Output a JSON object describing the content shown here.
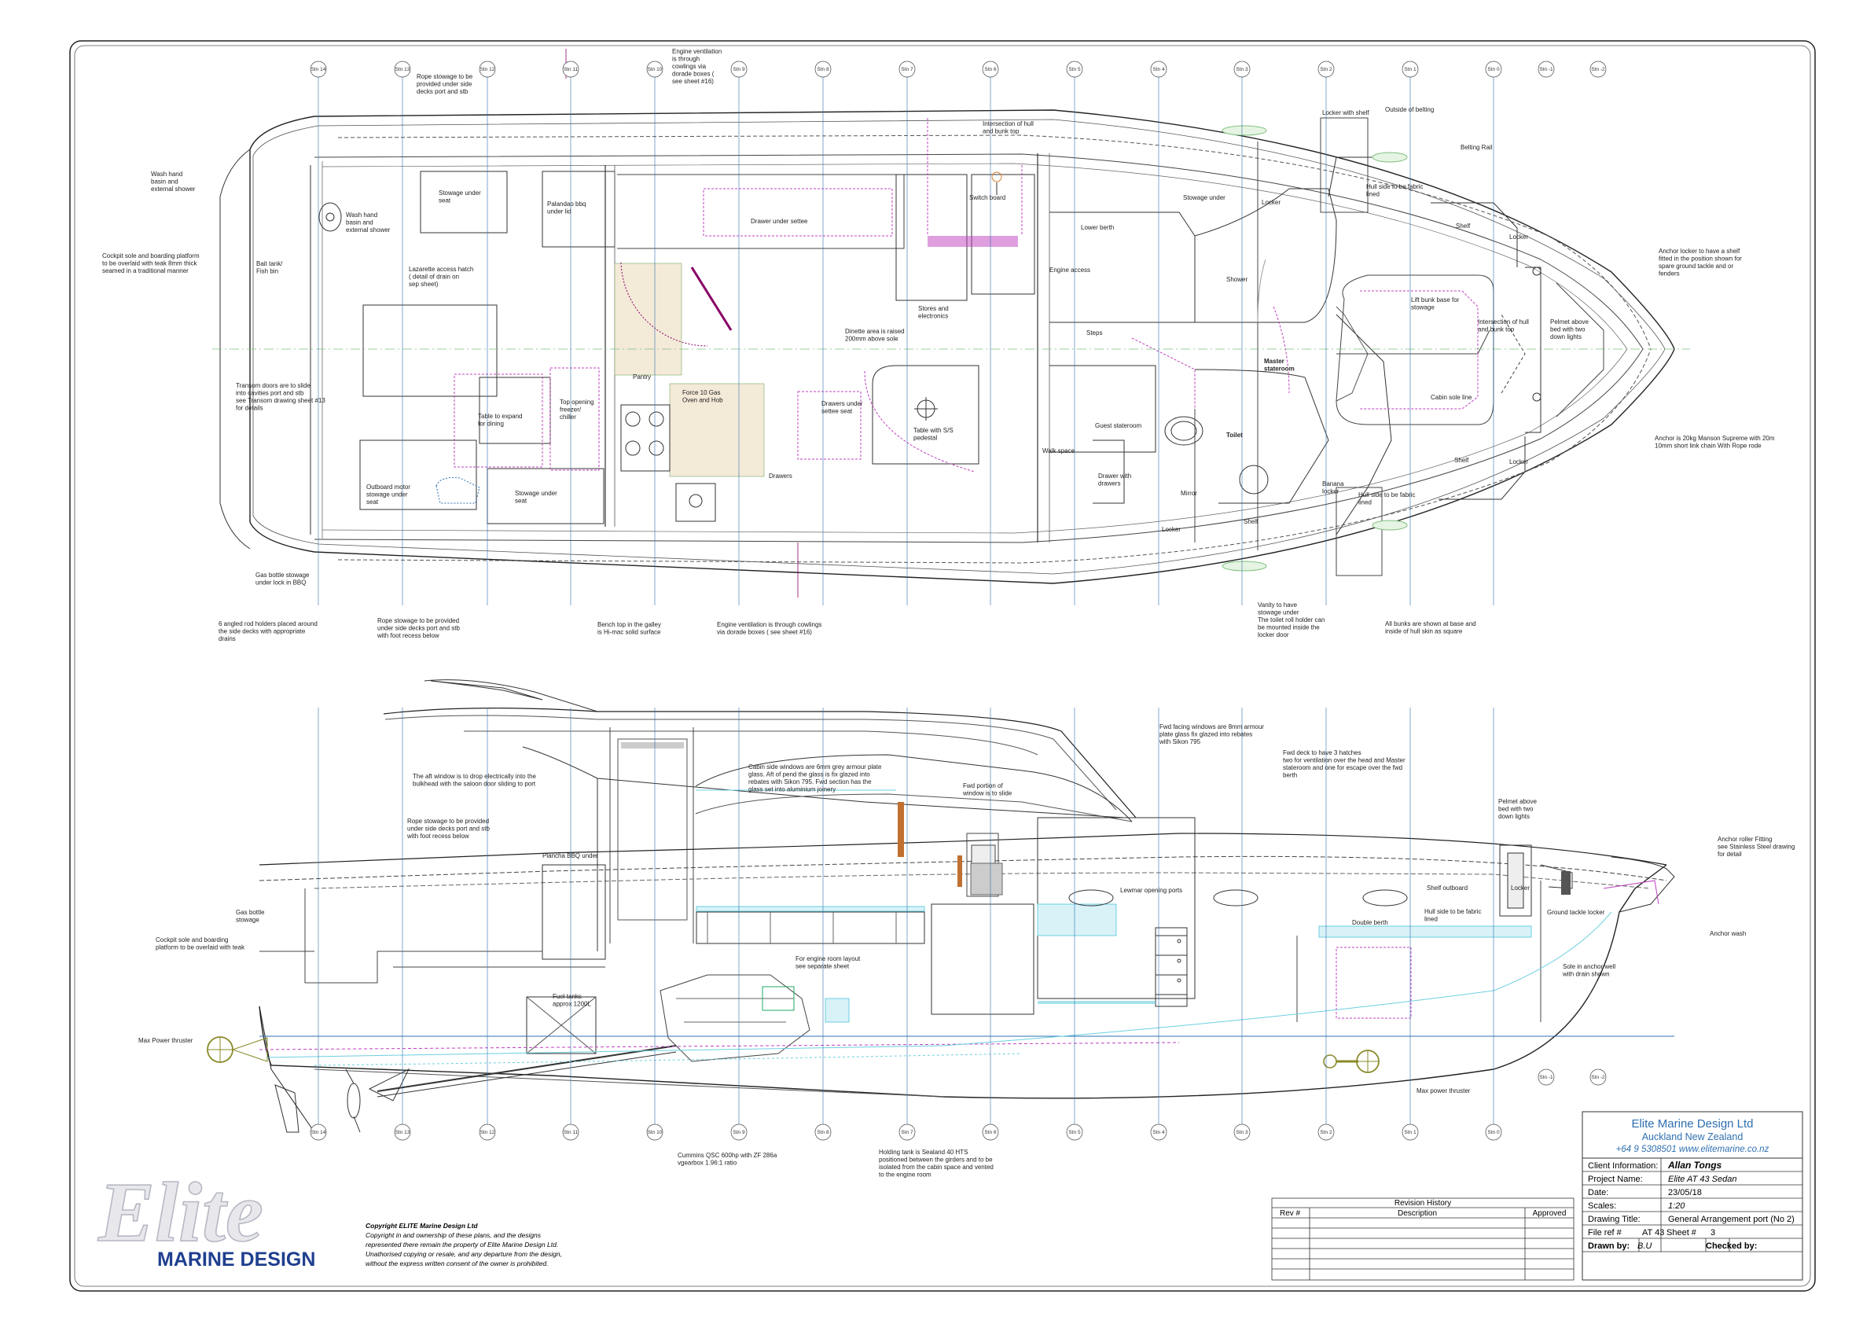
{
  "plan_notes": [
    {
      "id": "rope-stowage-top",
      "lines": [
        "Rope stowage to be",
        "provided under side",
        "decks port and stb"
      ]
    },
    {
      "id": "engine-vent-top",
      "lines": [
        "Engine ventilation",
        "is through",
        "cowlings via",
        "dorade boxes (",
        "see sheet #16)"
      ]
    },
    {
      "id": "wash-basin-left",
      "lines": [
        "Wash hand",
        "basin and",
        "external shower"
      ]
    },
    {
      "id": "cockpit-sole",
      "lines": [
        "Cockpit sole and boarding platform",
        "to be overlaid with teak 8mm thick",
        "seamed in a traditional manner"
      ]
    },
    {
      "id": "bait-tank",
      "lines": [
        "Bait tank/",
        "Fish bin"
      ]
    },
    {
      "id": "wash-basin-inner",
      "lines": [
        "Wash hand",
        "basin and",
        "external shower"
      ]
    },
    {
      "id": "stowage-under-seat-top",
      "lines": [
        "Stowage under",
        "seat"
      ]
    },
    {
      "id": "palandao",
      "lines": [
        "Palandao bbq",
        "under lid"
      ]
    },
    {
      "id": "drawer-settee",
      "lines": [
        "Drawer under settee"
      ]
    },
    {
      "id": "switch-board",
      "lines": [
        "Switch board"
      ]
    },
    {
      "id": "intersection-top",
      "lines": [
        "Intersection of hull",
        "and bunk top"
      ]
    },
    {
      "id": "locker-shelf",
      "lines": [
        "Locker with shelf"
      ]
    },
    {
      "id": "outside-belting",
      "lines": [
        "Outside of belting"
      ]
    },
    {
      "id": "belting-rail",
      "lines": [
        "Belting Rail"
      ]
    },
    {
      "id": "lazarette",
      "lines": [
        "Lazarette access hatch",
        "( detail of drain on",
        "sep sheet)"
      ]
    },
    {
      "id": "stores-electronics",
      "lines": [
        "Stores and",
        "electronics"
      ]
    },
    {
      "id": "lower-berth",
      "lines": [
        "Lower berth"
      ]
    },
    {
      "id": "stowage-under",
      "lines": [
        "Stowage under"
      ]
    },
    {
      "id": "locker-a",
      "lines": [
        "Locker"
      ]
    },
    {
      "id": "hull-side-fabric-top",
      "lines": [
        "Hull side to be fabric",
        "lined"
      ]
    },
    {
      "id": "shelf-top",
      "lines": [
        "Shelf"
      ]
    },
    {
      "id": "locker-b",
      "lines": [
        "Locker"
      ]
    },
    {
      "id": "anchor-locker",
      "lines": [
        "Anchor locker to have a shelf",
        "fitted in the position shown for",
        "spare ground tackle and or",
        "fenders"
      ]
    },
    {
      "id": "engine-access",
      "lines": [
        "Engine access"
      ]
    },
    {
      "id": "shower",
      "lines": [
        "Shower"
      ]
    },
    {
      "id": "lift-bunk",
      "lines": [
        "Lift bunk base for",
        "stowage"
      ]
    },
    {
      "id": "intersection-mid",
      "lines": [
        "Intersection of hull",
        "and bunk top"
      ]
    },
    {
      "id": "pelmet-top",
      "lines": [
        "Pelmet above",
        "bed with two",
        "down lights"
      ]
    },
    {
      "id": "dinette",
      "lines": [
        "Dinette area is raised",
        "200mm above sole"
      ]
    },
    {
      "id": "steps",
      "lines": [
        "Steps"
      ]
    },
    {
      "id": "pantry",
      "lines": [
        "Pantry"
      ]
    },
    {
      "id": "transom-doors",
      "lines": [
        "Transom doors are to slide",
        "into cavities port and stb",
        "see Transom drawing sheet #13",
        "for details"
      ]
    },
    {
      "id": "table-expand",
      "lines": [
        "Table to expand",
        "for dining"
      ]
    },
    {
      "id": "top-opening-freezer",
      "lines": [
        "Top opening",
        "freezer/",
        "chiller"
      ]
    },
    {
      "id": "force10",
      "lines": [
        "Force 10 Gas",
        "Oven and Hob"
      ]
    },
    {
      "id": "drawers-under",
      "lines": [
        "Drawers under",
        "settee seat"
      ]
    },
    {
      "id": "table-pedestal",
      "lines": [
        "Table with S/S",
        "pedestal"
      ]
    },
    {
      "id": "master-stateroom",
      "lines": [
        "Master",
        "stateroom"
      ]
    },
    {
      "id": "cabin-sole-line",
      "lines": [
        "Cabin sole line"
      ]
    },
    {
      "id": "guest-stateroom",
      "lines": [
        "Guest stateroom"
      ]
    },
    {
      "id": "toilet",
      "lines": [
        "Toilet"
      ]
    },
    {
      "id": "anchor-20kg",
      "lines": [
        "Anchor is 20kg Manson Supreme with 20m",
        "10mm short link chain With Rope rode"
      ]
    },
    {
      "id": "shelf-mid",
      "lines": [
        "Shelf"
      ]
    },
    {
      "id": "locker-c",
      "lines": [
        "Locker"
      ]
    },
    {
      "id": "walk-space",
      "lines": [
        "Walk space"
      ]
    },
    {
      "id": "drawer-drawers",
      "lines": [
        "Drawer with",
        "drawers"
      ]
    },
    {
      "id": "outboard-motor",
      "lines": [
        "Outboard motor",
        "stowage under",
        "seat"
      ]
    },
    {
      "id": "stowage-under-seat-bot",
      "lines": [
        "Stowage under",
        "seat"
      ]
    },
    {
      "id": "drawers",
      "lines": [
        "Drawers"
      ]
    },
    {
      "id": "mirror",
      "lines": [
        "Mirror"
      ]
    },
    {
      "id": "banana-locker",
      "lines": [
        "Banana",
        "locker"
      ]
    },
    {
      "id": "hull-side-fabric-mid",
      "lines": [
        "Hull side to be fabric",
        "lined"
      ]
    },
    {
      "id": "locker-d",
      "lines": [
        "Locker"
      ]
    },
    {
      "id": "shelf-low",
      "lines": [
        "Shelf"
      ]
    },
    {
      "id": "gas-bottle-top",
      "lines": [
        "Gas bottle stowage",
        "under lock in BBQ"
      ]
    },
    {
      "id": "rod-holders",
      "lines": [
        "6 angled rod holders placed around",
        "the side decks with appropriate",
        "drains"
      ]
    },
    {
      "id": "rope-stowage-bot",
      "lines": [
        "Rope stowage to be provided",
        "under side decks port and stb",
        "with foot recess below"
      ]
    },
    {
      "id": "bench-top",
      "lines": [
        "Bench top in the galley",
        "is Hi-mac solid surface"
      ]
    },
    {
      "id": "engine-vent-bot",
      "lines": [
        "Engine ventilation is through cowlings",
        "via dorade boxes ( see sheet #16)"
      ]
    },
    {
      "id": "vanity",
      "lines": [
        "Vanity to have",
        "stowage under",
        "The toilet roll holder can",
        "be mounted inside the",
        "locker door"
      ]
    },
    {
      "id": "bunks-shown",
      "lines": [
        "All bunks are shown at base and",
        "inside of hull skin as square"
      ]
    }
  ],
  "profile_notes": [
    {
      "id": "fwd-windows",
      "lines": [
        "Fwd facing windows are 8mm armour",
        "plate glass fix glazed into rebates",
        "with Sikon 795"
      ]
    },
    {
      "id": "fwd-deck-hatches",
      "lines": [
        "Fwd deck to have 3 hatches",
        "two for ventilation over the head and Master",
        "stateroom and one for escape over the fwd",
        "berth"
      ]
    },
    {
      "id": "aft-window",
      "lines": [
        "The aft window is to drop electrically into the",
        "bulkhead with the saloon door sliding to port"
      ]
    },
    {
      "id": "cabin-side-windows",
      "lines": [
        "Cabin side windows are 6mm grey armour plate",
        "glass. Aft of pend the glass is fix glazed into",
        "rebates with Sikon 795. Fwd section has the",
        "glass set into aluminium joinery"
      ]
    },
    {
      "id": "fwd-portion",
      "lines": [
        "Fwd portion of",
        "window is to slide"
      ]
    },
    {
      "id": "pelmet-profile",
      "lines": [
        "Pelmet above",
        "bed with two",
        "down lights"
      ]
    },
    {
      "id": "rope-stowage-profile",
      "lines": [
        "Rope stowage to be provided",
        "under side decks port and stb",
        "with foot recess below"
      ]
    },
    {
      "id": "plancha",
      "lines": [
        "Plancha BBQ under"
      ]
    },
    {
      "id": "anchor-roller",
      "lines": [
        "Anchor roller Fitting",
        "see Stainless Steel drawing",
        "for detail"
      ]
    },
    {
      "id": "gas-bottle-profile",
      "lines": [
        "Gas bottle",
        "stowage"
      ]
    },
    {
      "id": "lewmar-ports",
      "lines": [
        "Lewmar opening ports"
      ]
    },
    {
      "id": "shelf-outboard",
      "lines": [
        "Shelf outboard"
      ]
    },
    {
      "id": "locker-profile",
      "lines": [
        "Locker"
      ]
    },
    {
      "id": "ground-tackle",
      "lines": [
        "Ground tackle locker"
      ]
    },
    {
      "id": "cockpit-sole-profile",
      "lines": [
        "Cockpit sole and boarding",
        "platform to be overlaid with teak"
      ]
    },
    {
      "id": "double-berth",
      "lines": [
        "Double berth"
      ]
    },
    {
      "id": "hull-side-fabric-profile",
      "lines": [
        "Hull side to be fabric",
        "lined"
      ]
    },
    {
      "id": "anchor-wash",
      "lines": [
        "Anchor wash"
      ]
    },
    {
      "id": "engine-room-layout",
      "lines": [
        "For engine room layout",
        "see separate sheet"
      ]
    },
    {
      "id": "sole-anchor-well",
      "lines": [
        "Sole in anchor well",
        "with drain shown"
      ]
    },
    {
      "id": "fuel-tanks",
      "lines": [
        "Fuel tanks",
        "approx 1200L"
      ]
    },
    {
      "id": "max-power-left",
      "lines": [
        "Max Power thruster"
      ]
    },
    {
      "id": "max-power-right",
      "lines": [
        "Max power thruster"
      ]
    },
    {
      "id": "cummins",
      "lines": [
        "Cummins QSC 600hp with ZF 286a",
        "vgearbox 1.96:1 ratio"
      ]
    },
    {
      "id": "holding-tank",
      "lines": [
        "Holding tank is Sealand 40 HTS",
        "positioned between the girders and to be",
        "isolated from the cabin space and vented",
        "to the engine room"
      ]
    }
  ],
  "stations": [
    "Stn 14",
    "Stn 13",
    "Stn 12",
    "Stn 11",
    "Stn 10",
    "Stn 9",
    "Stn 8",
    "Stn 7",
    "Stn 6",
    "Stn 5",
    "Stn 4",
    "Stn 3",
    "Stn 2",
    "Stn 1",
    "Stn 0",
    "Stn -1",
    "Stn -2"
  ],
  "title_block": {
    "company": "Elite Marine Design Ltd",
    "location": "Auckland New Zealand",
    "contact": "+64 9 5308501 www.elitemarine.co.nz",
    "client_label": "Client Information:",
    "client": "Allan Tongs",
    "project_label": "Project Name:",
    "project": "Elite AT 43 Sedan",
    "date_label": "Date:",
    "date": "23/05/18",
    "scales_label": "Scales:",
    "scale": "1:20",
    "drawing_label": "Drawing Title:",
    "drawing": "General Arrangement port (No 2)",
    "fileref_label": "File ref #",
    "fileref": "AT 43",
    "sheet_label": "Sheet #",
    "sheet": "3",
    "drawn_label": "Drawn by:",
    "drawn": "B.U",
    "checked_label": "Checked by:"
  },
  "revision": {
    "title": "Revision History",
    "columns": [
      "Rev #",
      "Description",
      "Approved"
    ]
  },
  "copyright": {
    "title": "Copyright ELITE Marine Design Ltd",
    "lines": [
      "Copyright in and ownership of these plans, and the designs",
      "represented there remain the property of Elite Marine Design Ltd.",
      "Unathorised copying or resale, and any departure from the design,",
      "without the express written consent of the owner is prohibited."
    ]
  },
  "logo": {
    "word": "Elite",
    "sub": "MARINE DESIGN"
  },
  "colors": {
    "blue": "#2f6fb0",
    "magenta": "#c040c0",
    "cyan": "#6ccfe0",
    "olive": "#8a8a2a",
    "green": "#7ec07e"
  }
}
